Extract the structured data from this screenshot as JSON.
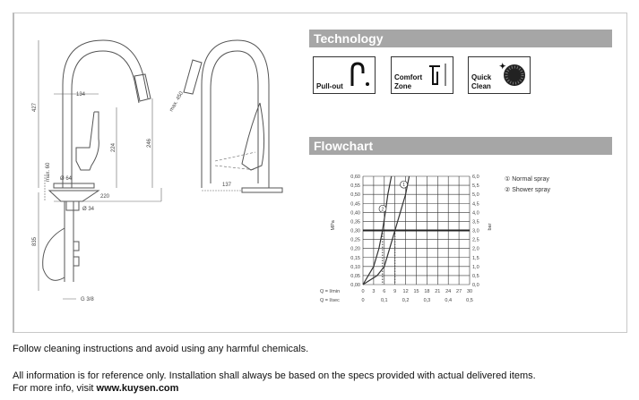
{
  "technology": {
    "title": "Technology",
    "items": [
      {
        "label": "Pull-out"
      },
      {
        "label_line1": "Comfort",
        "label_line2": "Zone"
      },
      {
        "label_line1": "Quick",
        "label_line2": "Clean"
      }
    ]
  },
  "flowchart": {
    "title": "Flowchart"
  },
  "dimensions": {
    "height_total": "427",
    "spout_reach": "134",
    "handle_height": "224",
    "spout_height": "246",
    "max_thickness": "max. 60",
    "base_dia": "Ø 64",
    "reach_220": "220",
    "dia_34": "Ø 34",
    "hose_len": "835",
    "thread": "G 3/8",
    "pull_len": "max. 450",
    "handle_clear": "137"
  },
  "chart_data": {
    "type": "line",
    "title": "",
    "ylabel": "MPa",
    "ylabel_right": "bar",
    "xlabel_row1": "Q = l/min",
    "xlabel_row2": "Q = l/sec",
    "x_ticks": [
      0,
      3,
      6,
      9,
      12,
      15,
      18,
      21,
      24,
      27,
      30
    ],
    "x2_ticks": [
      {
        "at": 0,
        "label": "0"
      },
      {
        "at": 6,
        "label": "0,1"
      },
      {
        "at": 12,
        "label": "0,2"
      },
      {
        "at": 18,
        "label": "0,3"
      },
      {
        "at": 24,
        "label": "0,4"
      },
      {
        "at": 30,
        "label": "0,5"
      }
    ],
    "y_ticks": [
      "0,00",
      "0,05",
      "0,10",
      "0,15",
      "0,20",
      "0,25",
      "0,30",
      "0,35",
      "0,40",
      "0,45",
      "0,50",
      "0,55",
      "0,60"
    ],
    "y_right_ticks": [
      "0,0",
      "0,5",
      "1,0",
      "1,5",
      "2,0",
      "2,5",
      "3,0",
      "3,5",
      "4,0",
      "4,5",
      "5,0",
      "5,5",
      "6,0"
    ],
    "xlim": [
      0,
      30
    ],
    "ylim": [
      0,
      0.6
    ],
    "grid": true,
    "reference_pressure": 0.3,
    "series": [
      {
        "name": "Normal spray",
        "marker": "1",
        "x": [
          0,
          4,
          6,
          7.5,
          9,
          10.5,
          12,
          13
        ],
        "y": [
          0,
          0.05,
          0.1,
          0.2,
          0.3,
          0.4,
          0.5,
          0.6
        ],
        "flow_at_ref": 9
      },
      {
        "name": "Shower spray",
        "marker": "2",
        "x": [
          0,
          3,
          4.5,
          5.5,
          6.3,
          7,
          8
        ],
        "y": [
          0,
          0.1,
          0.2,
          0.3,
          0.4,
          0.5,
          0.6
        ],
        "flow_at_ref": 5.5
      }
    ],
    "legend": [
      "① Normal spray",
      "② Shower spray"
    ],
    "legend_position": "right"
  },
  "footer": {
    "line1": "Follow cleaning instructions and avoid using any harmful chemicals.",
    "line2": "All information is for reference only. Installation shall always be based on the specs provided with actual delivered items.",
    "line3_prefix": "For more info, visit ",
    "link": "www.kuysen.com"
  }
}
